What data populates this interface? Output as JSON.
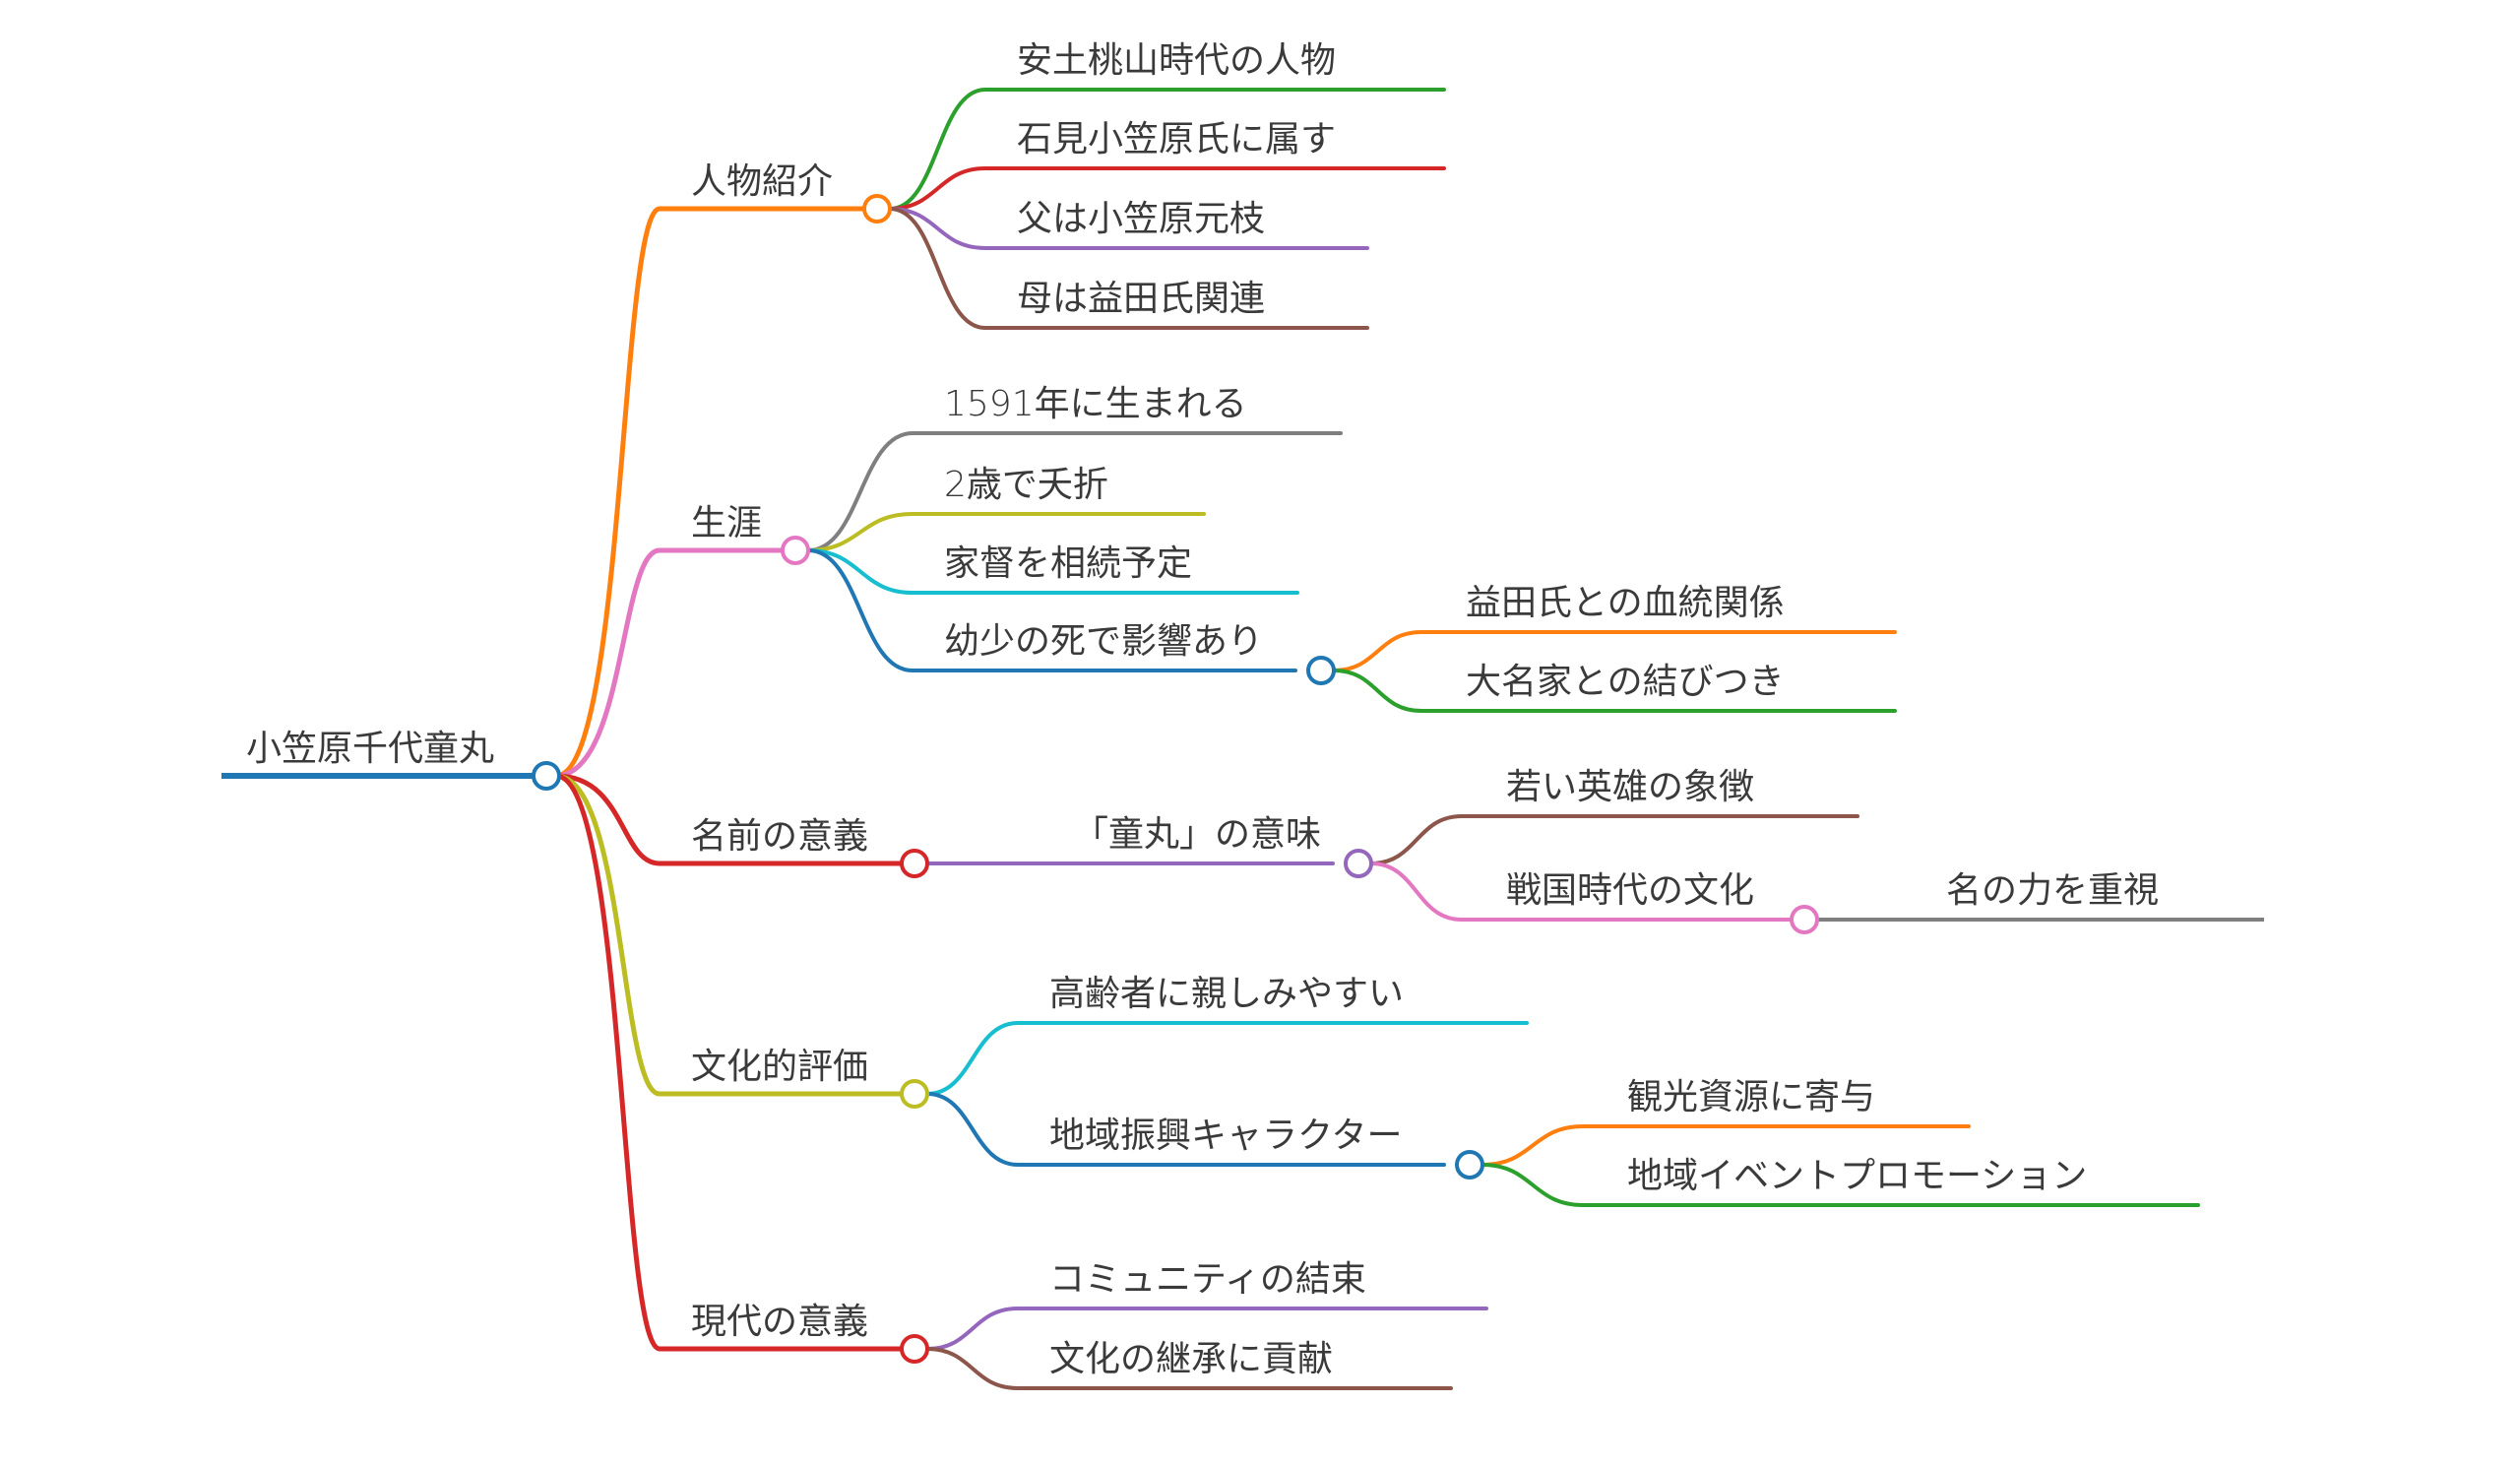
{
  "mindmap": {
    "root": {
      "label": "小笠原千代童丸",
      "color": "#1f77b4"
    },
    "branches": [
      {
        "label": "人物紹介",
        "color": "#ff7f0e",
        "children": [
          {
            "label": "安土桃山時代の人物",
            "color": "#2ca02c"
          },
          {
            "label": "石見小笠原氏に属す",
            "color": "#d62728"
          },
          {
            "label": "父は小笠原元枝",
            "color": "#9467bd"
          },
          {
            "label": "母は益田氏関連",
            "color": "#8c564b"
          }
        ]
      },
      {
        "label": "生涯",
        "color": "#e377c2",
        "children": [
          {
            "label": "1591年に生まれる",
            "color": "#7f7f7f"
          },
          {
            "label": "2歳で夭折",
            "color": "#bcbd22"
          },
          {
            "label": "家督を相続予定",
            "color": "#17becf"
          },
          {
            "label": "幼少の死で影響あり",
            "color": "#1f77b4",
            "children": [
              {
                "label": "益田氏との血統関係",
                "color": "#ff7f0e"
              },
              {
                "label": "大名家との結びつき",
                "color": "#2ca02c"
              }
            ]
          }
        ]
      },
      {
        "label": "名前の意義",
        "color": "#d62728",
        "children": [
          {
            "label": "「童丸」の意味",
            "color": "#9467bd",
            "children": [
              {
                "label": "若い英雄の象徴",
                "color": "#8c564b"
              },
              {
                "label": "戦国時代の文化",
                "color": "#e377c2",
                "children": [
                  {
                    "label": "名の力を重視",
                    "color": "#7f7f7f"
                  }
                ]
              }
            ]
          }
        ]
      },
      {
        "label": "文化的評価",
        "color": "#bcbd22",
        "children": [
          {
            "label": "高齢者に親しみやすい",
            "color": "#17becf"
          },
          {
            "label": "地域振興キャラクター",
            "color": "#1f77b4",
            "children": [
              {
                "label": "観光資源に寄与",
                "color": "#ff7f0e"
              },
              {
                "label": "地域イベントプロモーション",
                "color": "#2ca02c"
              }
            ]
          }
        ]
      },
      {
        "label": "現代の意義",
        "color": "#d62728",
        "children": [
          {
            "label": "コミュニティの結束",
            "color": "#9467bd"
          },
          {
            "label": "文化の継承に貢献",
            "color": "#8c564b"
          }
        ]
      }
    ]
  }
}
